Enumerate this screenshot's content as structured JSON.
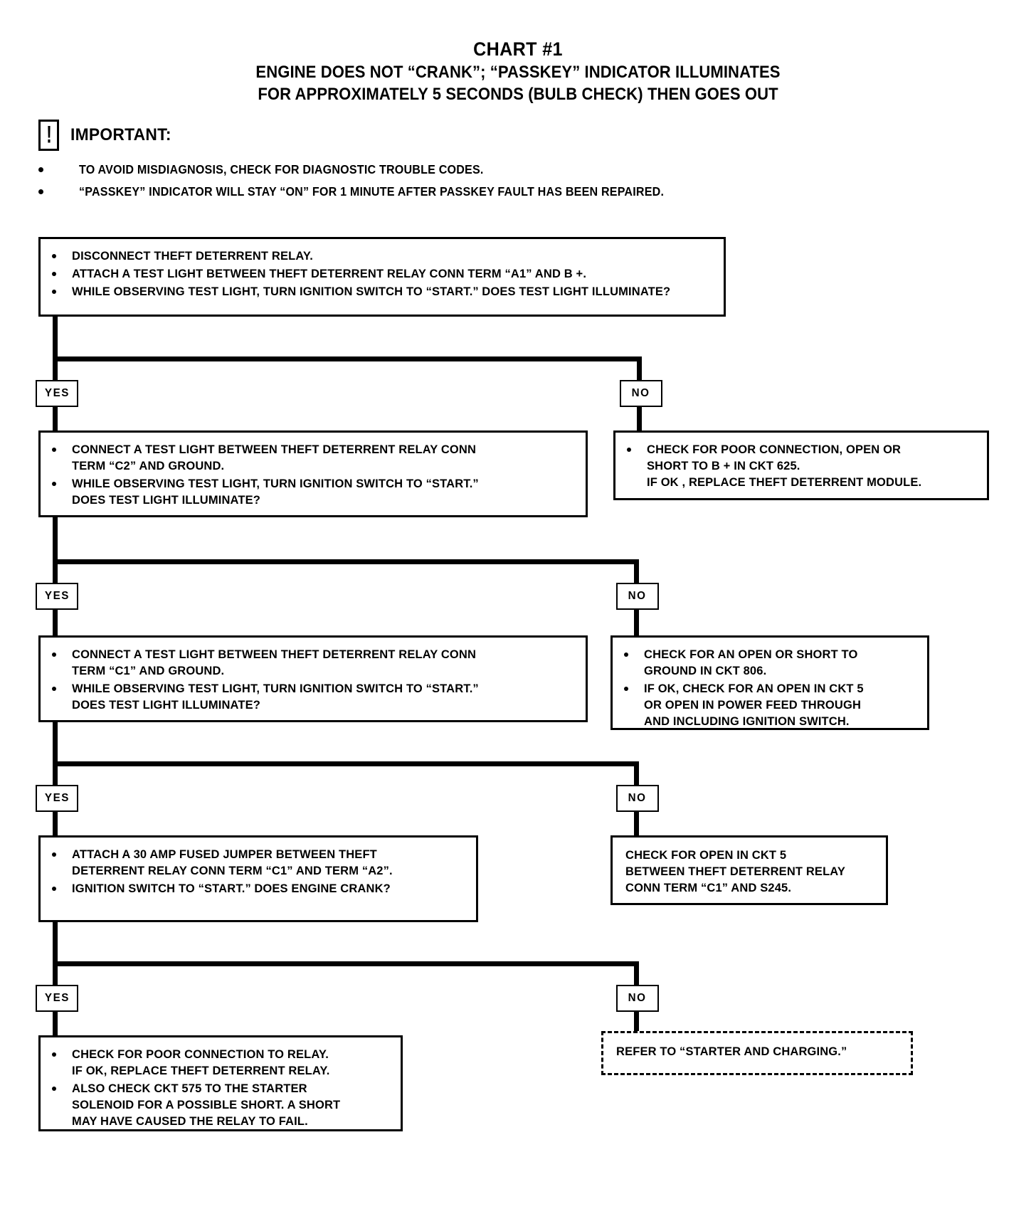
{
  "chart_data": {
    "type": "diagram",
    "title": "CHART #1",
    "subtitle_lines": [
      "ENGINE DOES NOT “CRANK”; “PASSKEY” INDICATOR ILLUMINATES",
      "FOR APPROXIMATELY 5 SECONDS (BULB CHECK) THEN GOES OUT"
    ]
  },
  "title": {
    "main": "CHART #1",
    "sub_line1": "ENGINE DOES NOT “CRANK”; “PASSKEY” INDICATOR ILLUMINATES",
    "sub_line2": "FOR APPROXIMATELY 5 SECONDS (BULB CHECK) THEN GOES OUT"
  },
  "important": {
    "icon": "exclamation-icon",
    "glyph": "!",
    "heading": "IMPORTANT:",
    "items": [
      "TO AVOID MISDIAGNOSIS, CHECK FOR DIAGNOSTIC TROUBLE CODES.",
      "“PASSKEY” INDICATOR WILL STAY “ON” FOR 1 MINUTE AFTER PASSKEY FAULT HAS BEEN REPAIRED."
    ]
  },
  "labels": {
    "yes": "YES",
    "no": "NO"
  },
  "nodes": {
    "step1": {
      "name": "test-light-a1-box",
      "items": [
        [
          "DISCONNECT THEFT DETERRENT RELAY."
        ],
        [
          "ATTACH A TEST LIGHT BETWEEN THEFT DETERRENT RELAY CONN TERM “A1” AND B +."
        ],
        [
          "WHILE OBSERVING TEST LIGHT, TURN IGNITION SWITCH TO  “START.”",
          "DOES TEST LIGHT ILLUMINATE?"
        ]
      ]
    },
    "step1_no": {
      "name": "ckt625-box",
      "items": [
        [
          "CHECK FOR POOR CONNECTION, OPEN OR",
          "SHORT TO B + IN CKT 625.",
          "IF OK , REPLACE THEFT DETERRENT MODULE."
        ]
      ]
    },
    "step2": {
      "name": "test-light-c2-box",
      "items": [
        [
          "CONNECT A TEST LIGHT BETWEEN THEFT DETERRENT RELAY CONN",
          "TERM “C2” AND GROUND."
        ],
        [
          "WHILE OBSERVING TEST LIGHT, TURN IGNITION SWITCH TO “START.”",
          "DOES TEST LIGHT ILLUMINATE?"
        ]
      ]
    },
    "step2_no": {
      "name": "ckt806-box",
      "items": [
        [
          "CHECK FOR AN OPEN OR SHORT TO",
          "GROUND IN CKT 806."
        ],
        [
          "IF OK, CHECK FOR AN OPEN IN CKT 5",
          "OR OPEN IN POWER FEED THROUGH",
          "AND INCLUDING IGNITION SWITCH."
        ]
      ]
    },
    "step3": {
      "name": "test-light-c1-box",
      "items": [
        [
          "CONNECT A TEST LIGHT BETWEEN THEFT DETERRENT RELAY CONN",
          "TERM “C1” AND GROUND."
        ],
        [
          "WHILE OBSERVING TEST LIGHT, TURN IGNITION SWITCH TO “START.”",
          "DOES TEST LIGHT ILLUMINATE?"
        ]
      ]
    },
    "step3_no": {
      "name": "ckt5-s245-box",
      "items": [
        [
          "CHECK FOR OPEN IN CKT 5",
          "BETWEEN THEFT DETERRENT RELAY",
          "CONN TERM “C1” AND S245."
        ]
      ]
    },
    "step4": {
      "name": "fused-jumper-box",
      "items": [
        [
          "ATTACH A 30 AMP FUSED JUMPER BETWEEN THEFT",
          "DETERRENT RELAY CONN TERM  “C1” AND TERM “A2”."
        ],
        [
          "IGNITION SWITCH TO “START.”",
          "DOES ENGINE CRANK?"
        ]
      ]
    },
    "step4_no": {
      "name": "starter-charging-box",
      "items": [
        [
          "REFER TO “STARTER AND CHARGING.”"
        ]
      ]
    },
    "step5": {
      "name": "replace-relay-box",
      "items": [
        [
          "CHECK FOR POOR CONNECTION TO RELAY.",
          "IF OK, REPLACE THEFT DETERRENT RELAY."
        ],
        [
          "ALSO CHECK CKT 575 TO THE STARTER",
          "SOLENOID FOR A POSSIBLE SHORT.  A SHORT",
          "MAY HAVE CAUSED THE RELAY TO FAIL."
        ]
      ]
    }
  }
}
